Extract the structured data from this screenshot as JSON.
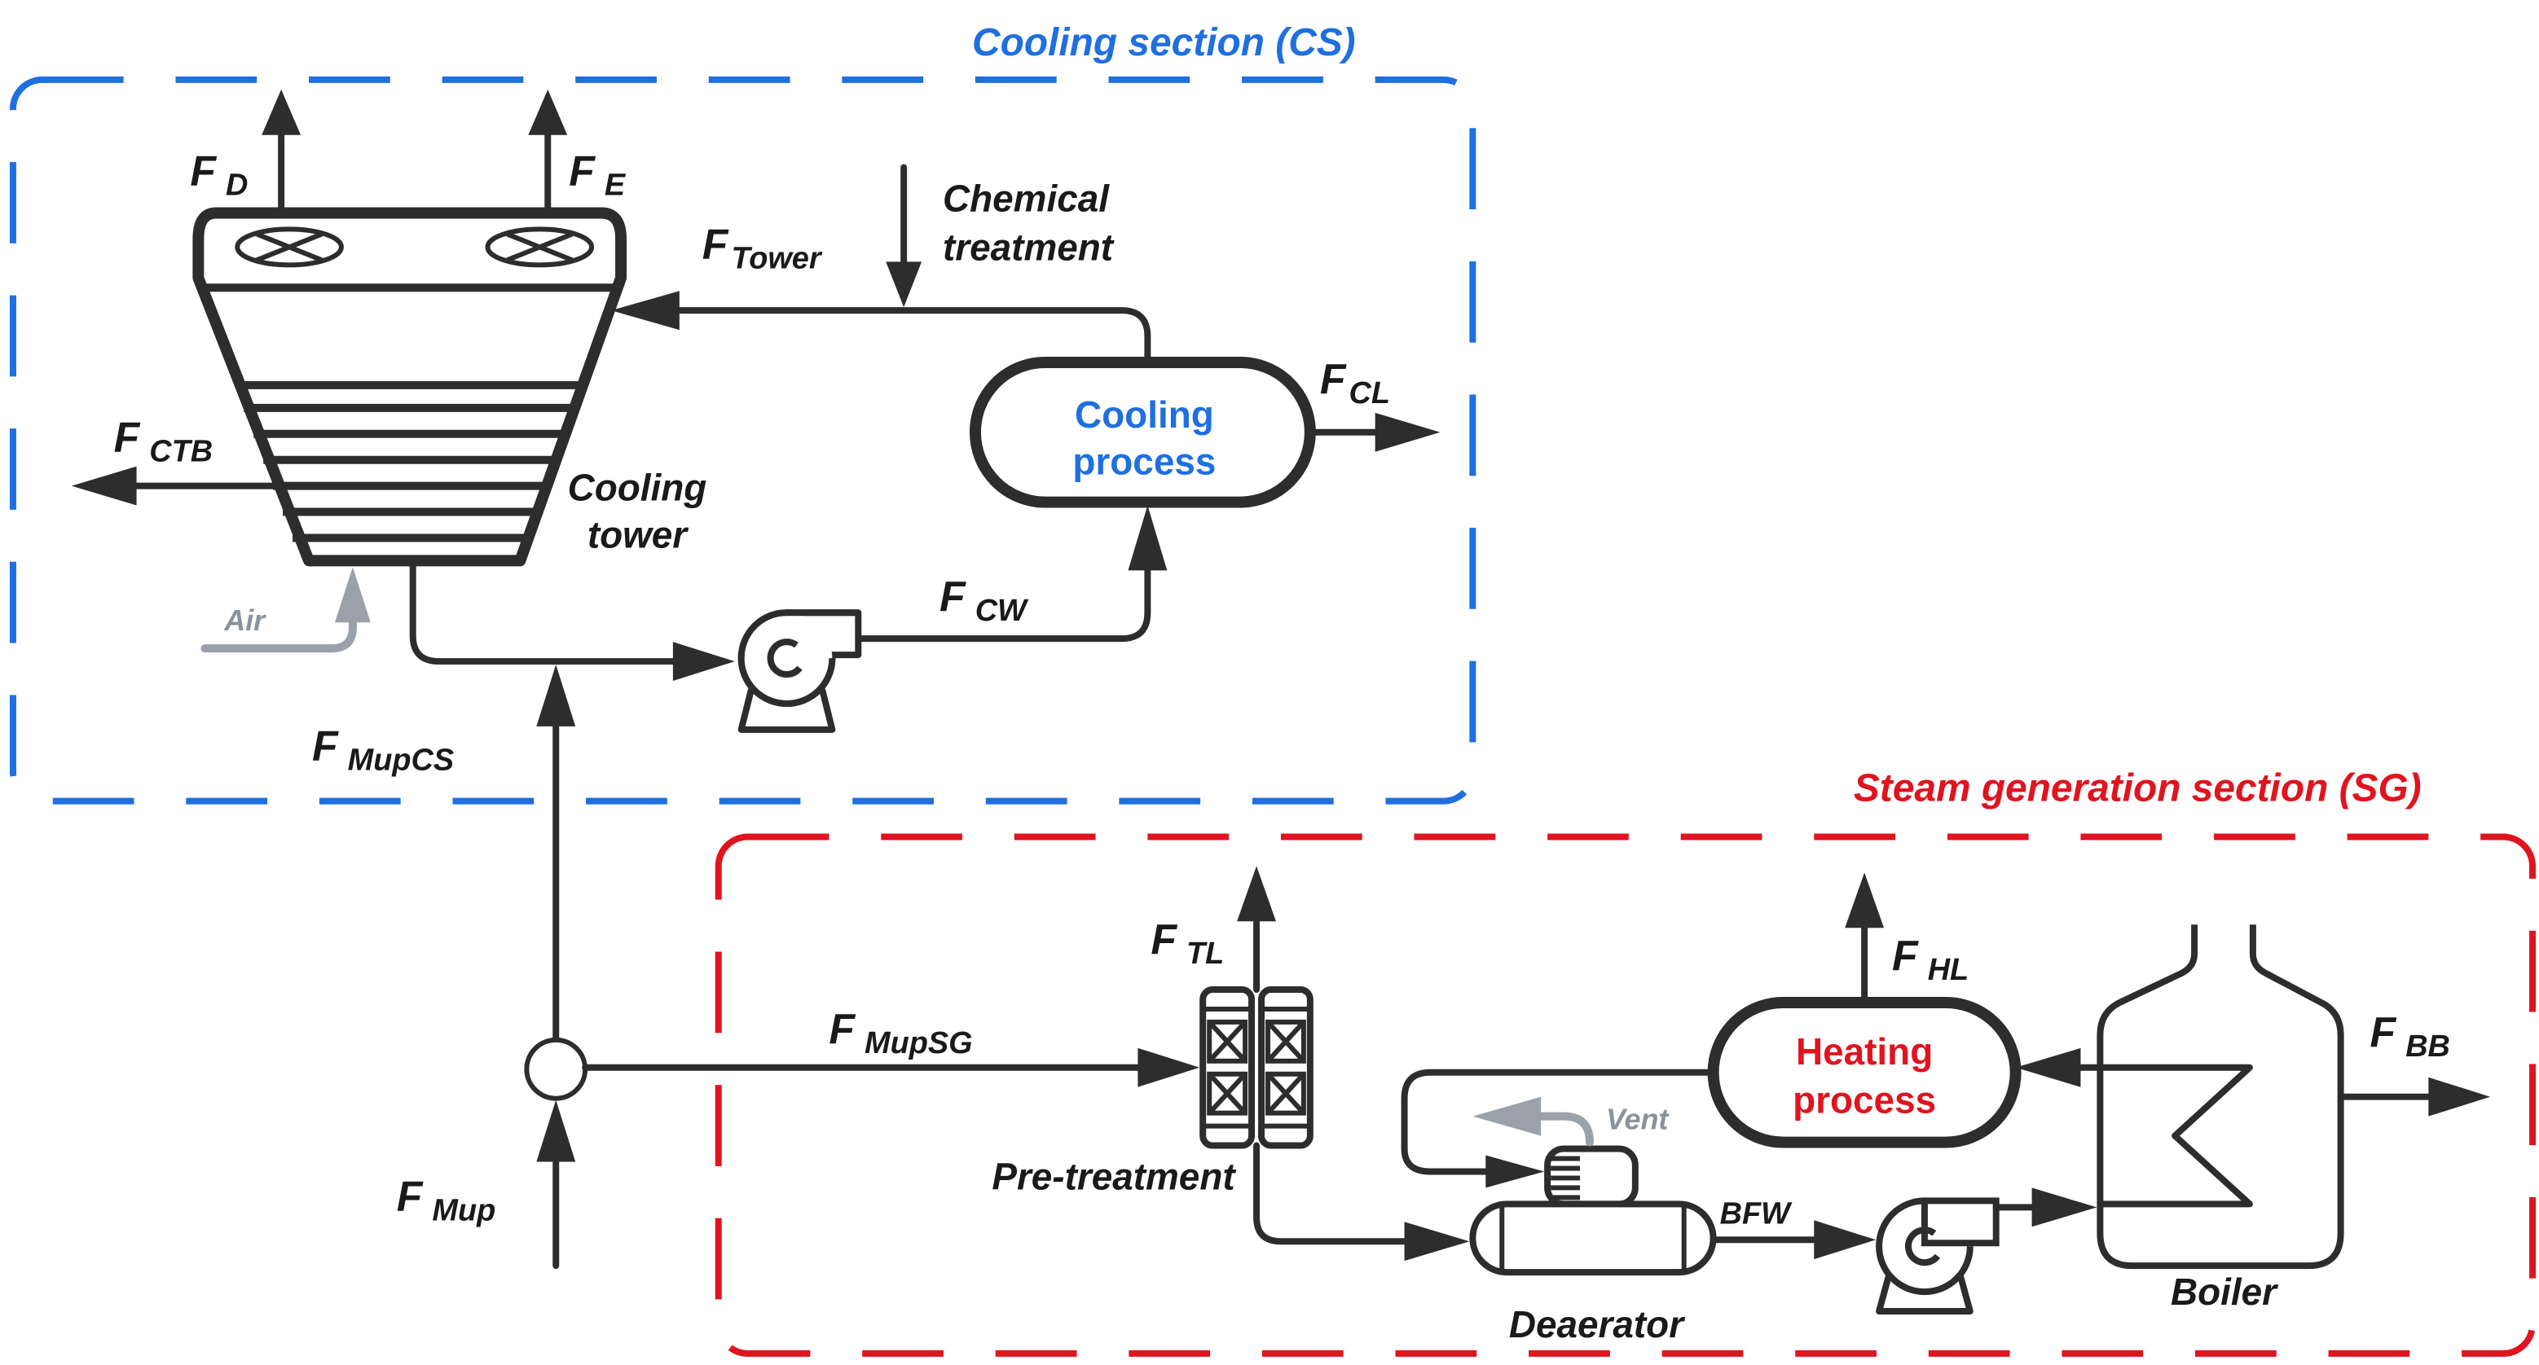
{
  "colors": {
    "cooling_accent": "#1f6fe0",
    "steam_accent": "#e0141e",
    "line": "#2d2d2d",
    "air": "#9aa1aa"
  },
  "sections": {
    "cooling": {
      "title": "Cooling section (CS)"
    },
    "steam": {
      "title": "Steam generation section (SG)"
    }
  },
  "units": {
    "cooling_tower": {
      "line1": "Cooling",
      "line2": "tower"
    },
    "cooling_process": {
      "line1": "Cooling",
      "line2": "process"
    },
    "heating_process": {
      "line1": "Heating",
      "line2": "process"
    },
    "chemical_treatment": {
      "line1": "Chemical",
      "line2": "treatment"
    },
    "pre_treatment": "Pre-treatment",
    "deaerator": "Deaerator",
    "boiler": "Boiler"
  },
  "streams": {
    "fd": {
      "main": "F",
      "sub": "D"
    },
    "fe": {
      "main": "F",
      "sub": "E"
    },
    "ftower": {
      "main": "F",
      "sub": "Tower"
    },
    "fcl": {
      "main": "F",
      "sub": "CL"
    },
    "fctb": {
      "main": "F",
      "sub": "CTB"
    },
    "fcw": {
      "main": "F",
      "sub": "CW"
    },
    "fmupcs": {
      "main": "F",
      "sub": "MupCS"
    },
    "fmupsg": {
      "main": "F",
      "sub": "MupSG"
    },
    "fmup": {
      "main": "F",
      "sub": "Mup"
    },
    "ftl": {
      "main": "F",
      "sub": "TL"
    },
    "fhl": {
      "main": "F",
      "sub": "HL"
    },
    "fbb": {
      "main": "F",
      "sub": "BB"
    },
    "air": "Air",
    "vent": "Vent",
    "bfw": "BFW"
  }
}
